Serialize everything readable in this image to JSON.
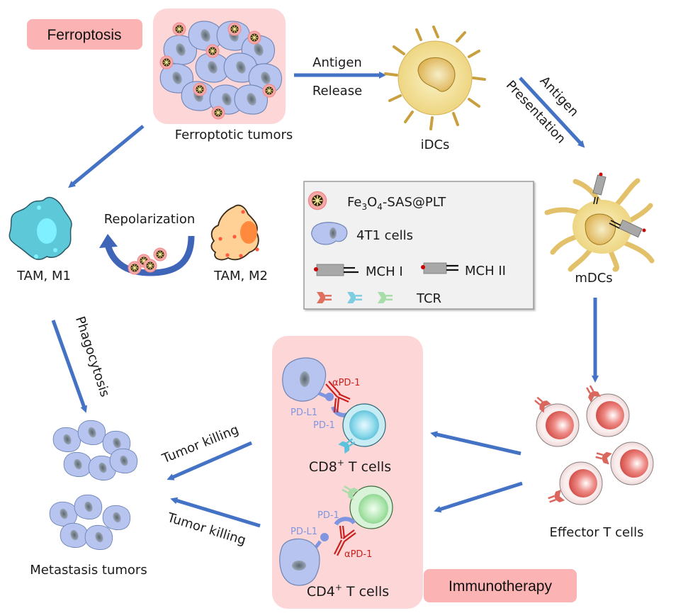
{
  "colors": {
    "arrow": "#4472c4",
    "panel_pink": "#fdd7d7",
    "tag_pink": "#fbb3b3",
    "legend_bg": "#f1f1f1",
    "tumor_cell": "#b7c6ee",
    "m1": "#5cc8d8",
    "m2": "#ffd196",
    "dc": "#f5e088",
    "tcell_red": "#e05a55",
    "tcell_blue": "#5dc3dc",
    "tcell_green": "#8fd796",
    "pd": "#7f95e0",
    "antibody": "#cc1f1f"
  },
  "tags": {
    "ferroptosis": "Ferroptosis",
    "immunotherapy": "Immunotherapy"
  },
  "nodes": {
    "ferroptotic_tumors": "Ferroptotic tumors",
    "idcs": "iDCs",
    "mdcs": "mDCs",
    "tam_m1": "TAM, M1",
    "tam_m2": "TAM, M2",
    "metastasis_tumors": "Metastasis tumors",
    "effector_t_cells": "Effector T cells",
    "cd8_main": "CD8",
    "cd8_sup": "+",
    "cd8_rest": " T cells",
    "cd4_main": "CD4",
    "cd4_sup": "+",
    "cd4_rest": " T cells"
  },
  "arrows": {
    "antigen_release_top": "Antigen",
    "antigen_release_bottom": "Release",
    "antigen_presentation_top": "Antigen",
    "antigen_presentation_bottom": "Presentation",
    "repolarization": "Repolarization",
    "phagocytosis": "Phagocytosis",
    "tumor_killing_1": "Tumor killing",
    "tumor_killing_2": "Tumor killing"
  },
  "checkpoint": {
    "pd_l1": "PD-L1",
    "pd_1": "PD-1",
    "anti_pd1": "αPD-1"
  },
  "legend": {
    "nanoparticle_fe": "Fe",
    "nanoparticle_sub1": "3",
    "nanoparticle_o": "O",
    "nanoparticle_sub2": "4",
    "nanoparticle_rest": "-SAS@PLT",
    "cells": "4T1 cells",
    "mhc1": "MCH I",
    "mhc2": "MCH II",
    "tcr": "TCR"
  }
}
